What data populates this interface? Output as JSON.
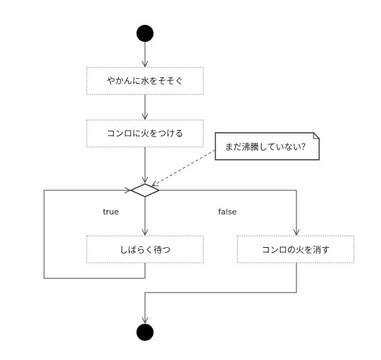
{
  "diagram": {
    "type": "activity-diagram",
    "nodes": {
      "start": {
        "kind": "initial"
      },
      "action_pour_water": {
        "kind": "action",
        "label": "やかんに水をそそぐ"
      },
      "action_light_stove": {
        "kind": "action",
        "label": "コンロに火をつける"
      },
      "decision": {
        "kind": "decision"
      },
      "action_wait": {
        "kind": "action",
        "label": "しばらく待つ"
      },
      "action_turn_off": {
        "kind": "action",
        "label": "コンロの火を消す"
      },
      "end": {
        "kind": "final"
      },
      "note": {
        "kind": "note",
        "label": "まだ沸騰していない？"
      }
    },
    "guards": {
      "true_label": "true",
      "false_label": "false"
    },
    "edges": [
      {
        "from": "start",
        "to": "action_pour_water"
      },
      {
        "from": "action_pour_water",
        "to": "action_light_stove"
      },
      {
        "from": "action_light_stove",
        "to": "decision"
      },
      {
        "from": "decision",
        "to": "action_wait",
        "guard": "true"
      },
      {
        "from": "decision",
        "to": "action_turn_off",
        "guard": "false"
      },
      {
        "from": "action_wait",
        "to": "decision"
      },
      {
        "from": "action_turn_off",
        "to": "end"
      },
      {
        "from": "note",
        "to": "decision",
        "style": "dashed"
      }
    ],
    "colors": {
      "line": "#444444",
      "box_border": "#aaaaaa",
      "node_fill": "#000000"
    }
  }
}
